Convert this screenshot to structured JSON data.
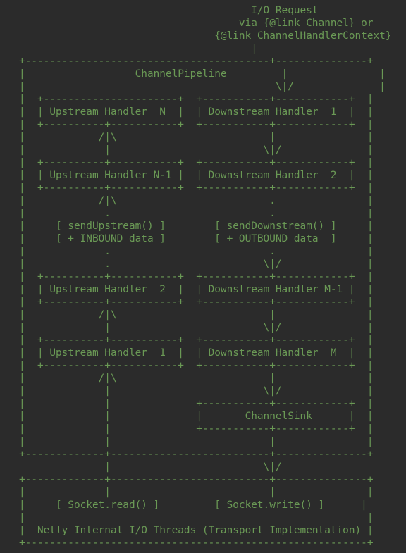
{
  "diagram": {
    "colors": {
      "background": "#2b2b2b",
      "text": "#6a9955"
    },
    "lines": [
      "                                      I/O Request",
      "                                    via {@link Channel} or",
      "                                {@link ChannelHandlerContext}",
      "                                      |",
      "+----------------------------------------+---------------+",
      "|                  ChannelPipeline         |               |",
      "|                                         \\|/              |",
      "|  +----------------------+  +-----------+------------+  |",
      "|  | Upstream Handler  N  |  | Downstream Handler  1  |  |",
      "|  +----------+-----------+  +-----------+------------+  |",
      "|            /|\\                         |               |",
      "|             |                         \\|/              |",
      "|  +----------+-----------+  +-----------+------------+  |",
      "|  | Upstream Handler N-1 |  | Downstream Handler  2  |  |",
      "|  +----------+-----------+  +-----------+------------+  |",
      "|            /|\\                         .               |",
      "|             .                          .               |",
      "|     [ sendUpstream() ]        [ sendDownstream() ]     |",
      "|     [ + INBOUND data ]        [ + OUTBOUND data  ]     |",
      "|             .                          .               |",
      "|             .                         \\|/              |",
      "|  +----------+-----------+  +-----------+------------+  |",
      "|  | Upstream Handler  2  |  | Downstream Handler M-1 |  |",
      "|  +----------+-----------+  +-----------+------------+  |",
      "|            /|\\                         |               |",
      "|             |                         \\|/              |",
      "|  +----------+-----------+  +-----------+------------+  |",
      "|  | Upstream Handler  1  |  | Downstream Handler  M  |  |",
      "|  +----------+-----------+  +-----------+------------+  |",
      "|            /|\\                         |               |",
      "|             |                         \\|/              |",
      "|             |              +-----------+------------+  |",
      "|             |              |       ChannelSink      |  |",
      "|             |              +-----------+------------+  |",
      "|             |                          |               |",
      "+-------------+--------------------------+---------------+",
      "              |                         \\|/",
      "+-------------+--------------------------+---------------+",
      "|             |                          |               |",
      "|     [ Socket.read() ]         [ Socket.write() ]      |",
      "|                                                        |",
      "|  Netty Internal I/O Threads (Transport Implementation) |",
      "+--------------------------------------------------------+"
    ]
  }
}
